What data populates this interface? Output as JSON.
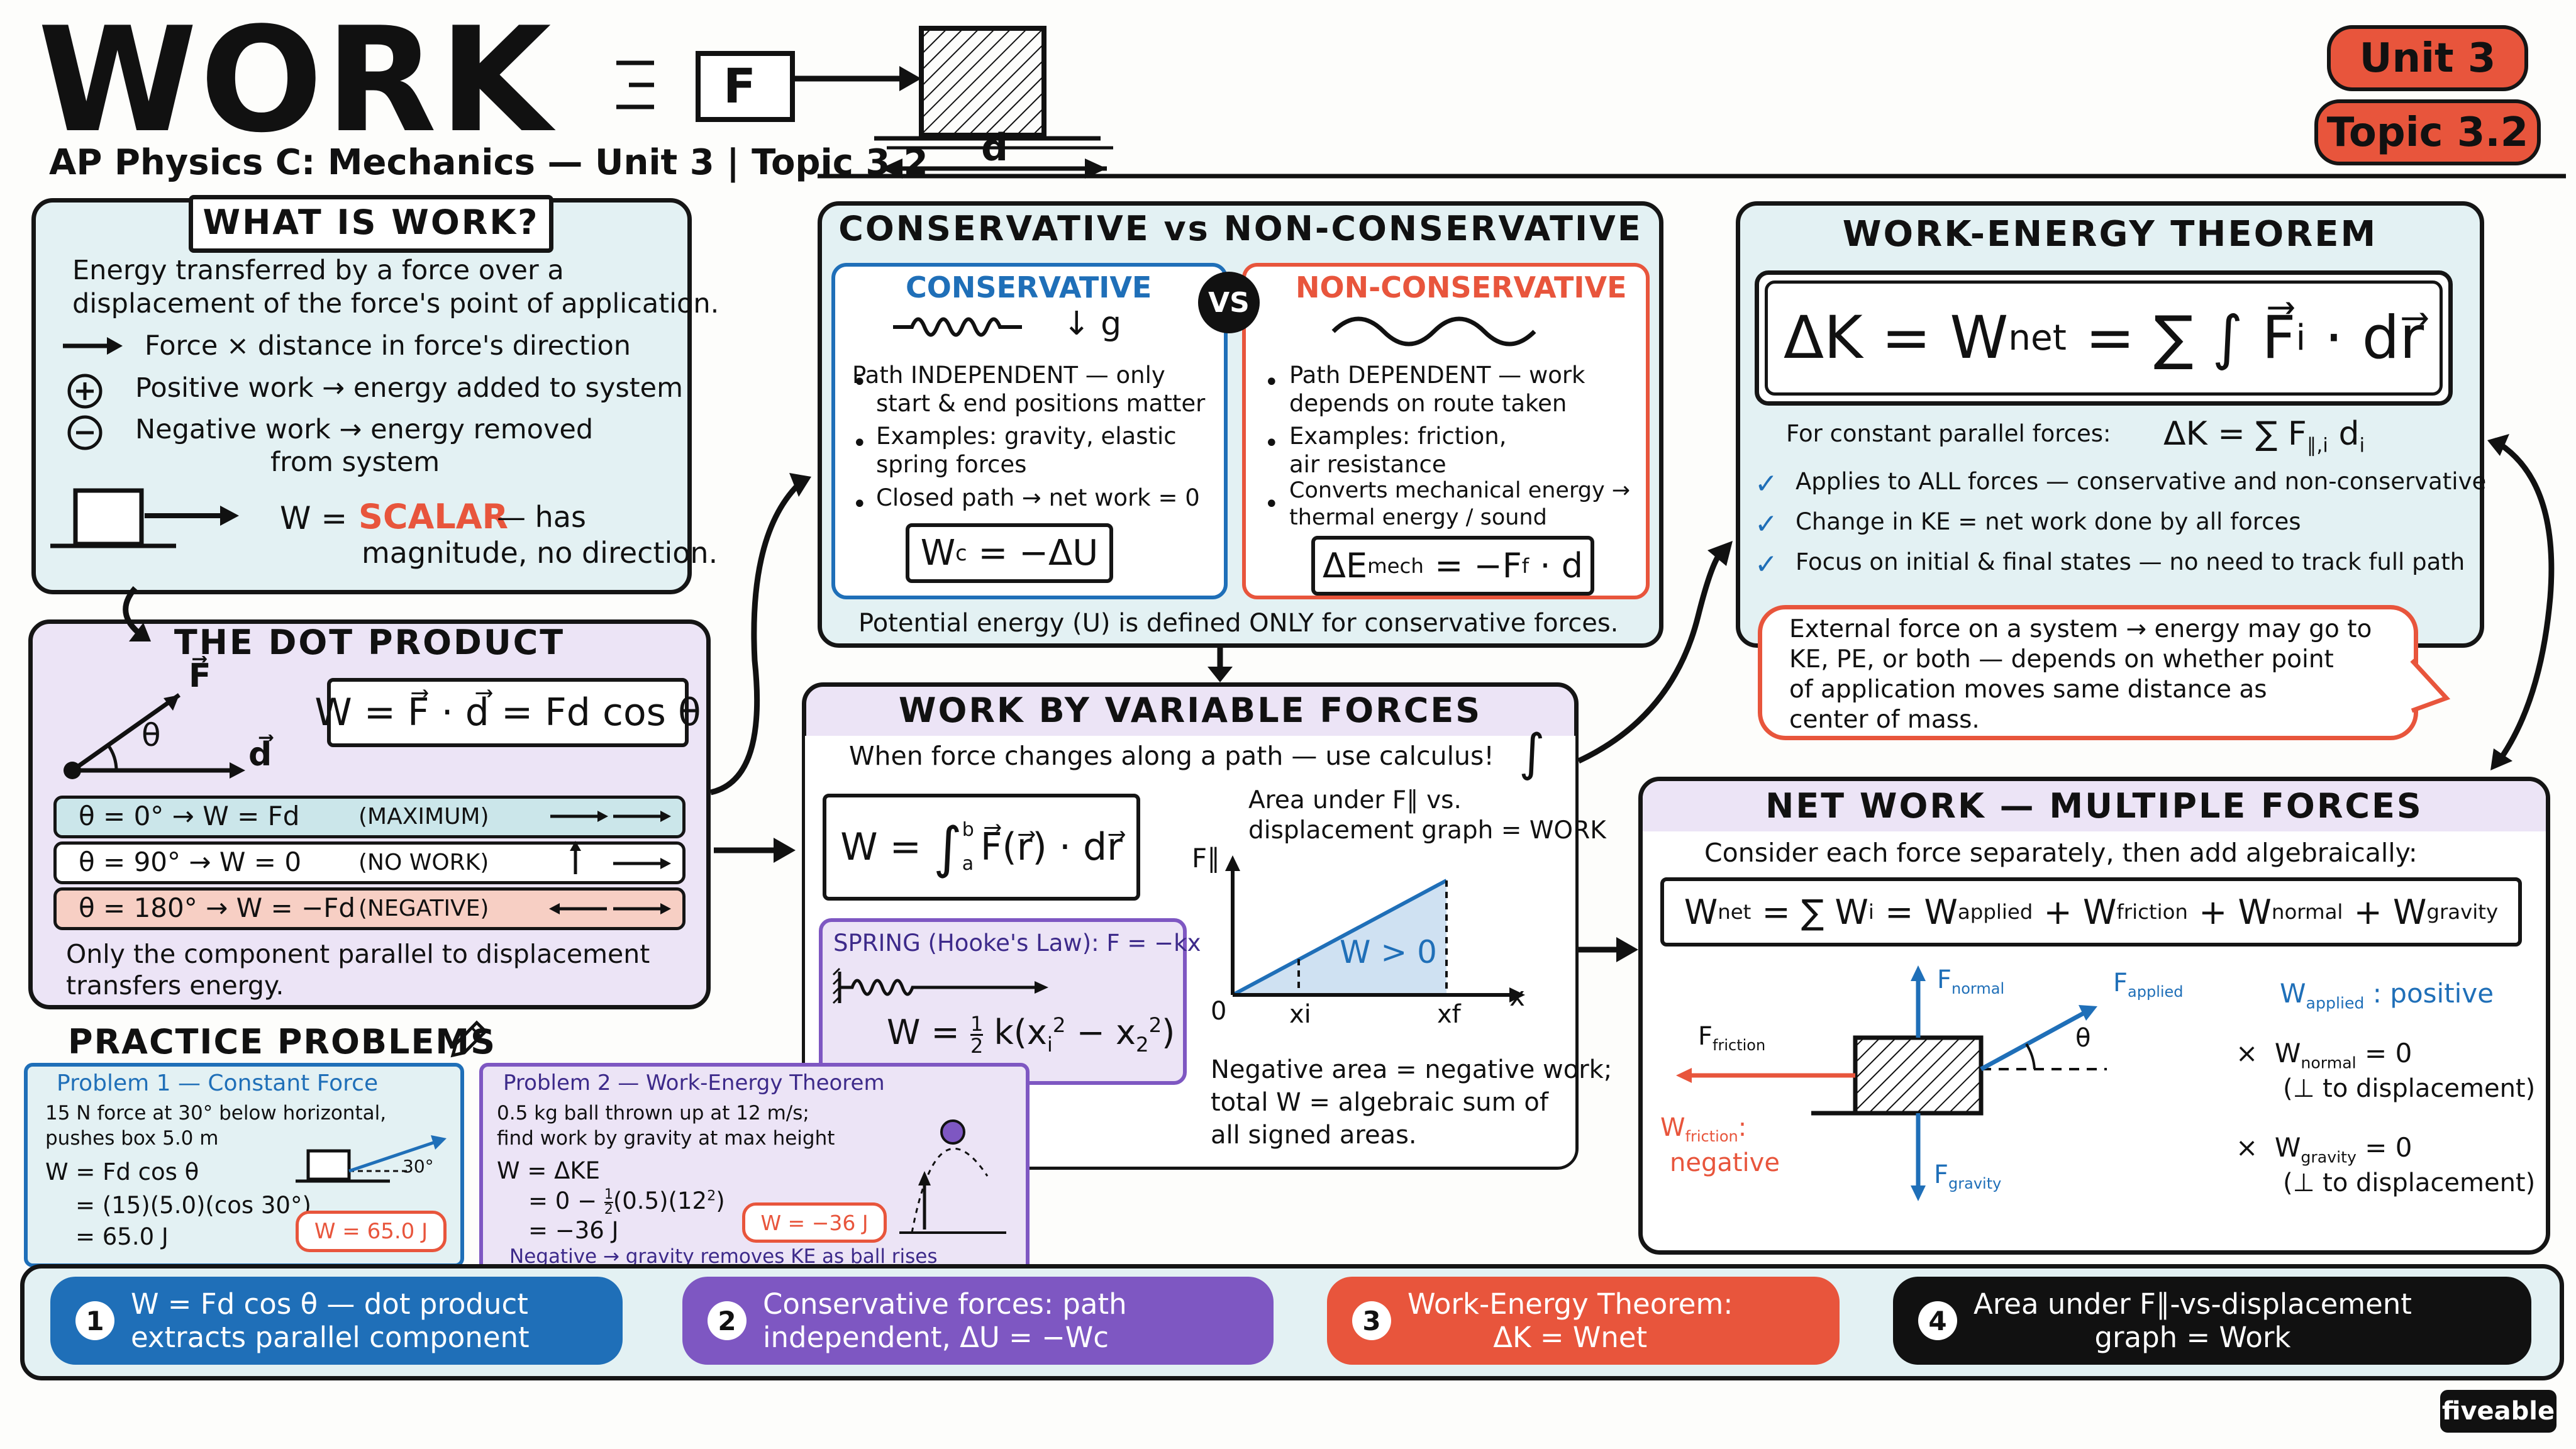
{
  "header": {
    "title": "WORK",
    "subtitle": "AP Physics C: Mechanics — Unit 3 | Topic 3.2",
    "force_label": "F",
    "disp_label": "d",
    "unit_badge": "Unit 3",
    "topic_badge": "Topic 3.2"
  },
  "what_is_work": {
    "title": "WHAT IS WORK?",
    "def1": "Energy transferred by a force over a",
    "def2": "displacement of the force's point of application.",
    "b1": "Force × distance in force's direction",
    "b2": "Positive work → energy added to system",
    "b3a": "Negative work → energy removed",
    "b3b": "from system",
    "w_eq": "W =",
    "scalar": "SCALAR",
    "has": "— has",
    "magnitude": "magnitude, no direction."
  },
  "dot_product": {
    "title": "THE DOT PRODUCT",
    "formula": "W = F⃗ · d⃗ = Fd cos θ",
    "f_label": "F⃗",
    "d_label": "d⃗",
    "theta": "θ",
    "row1": "θ = 0° → W = Fd",
    "row1_tag": "(MAXIMUM)",
    "row2": "θ = 90° → W = 0",
    "row2_tag": "(NO WORK)",
    "row3": "θ = 180° → W = −Fd",
    "row3_tag": "(NEGATIVE)",
    "note1": "Only the component parallel to displacement",
    "note2": "transfers energy."
  },
  "conservative": {
    "title": "CONSERVATIVE vs NON-CONSERVATIVE",
    "left_title": "CONSERVATIVE",
    "g": "↓ g",
    "l1a": "Path INDEPENDENT — only",
    "l1b": "start & end positions matter",
    "l2a": "Examples: gravity, elastic",
    "l2b": "spring forces",
    "l3": "Closed path → net work = 0",
    "vs": "VS",
    "right_title": "NON-CONSERVATIVE",
    "r1a": "Path DEPENDENT — work",
    "r1b": "depends on route taken",
    "r2a": "Examples: friction,",
    "r2b": "air resistance",
    "r3a": "Converts mechanical energy →",
    "r3b": "thermal energy / sound",
    "footer": "Potential energy (U) is defined ONLY for conservative forces."
  },
  "work_energy": {
    "title": "WORK-ENERGY THEOREM",
    "constant": "For constant parallel forces:",
    "c1": "Applies to ALL forces — conservative and non-conservative",
    "c2": "Change in KE = net work done by all forces",
    "c3": "Focus on initial & final states — no need to track full path",
    "callout1": "External force on a system → energy may go to",
    "callout2": "KE, PE, or both — depends on whether point",
    "callout3": "of application moves same distance as",
    "callout4": "center of mass."
  },
  "variable": {
    "title": "WORK BY VARIABLE FORCES",
    "intro": "When force changes along a path — use calculus!",
    "area1": "Area under F∥ vs.",
    "area2": "displacement graph = WORK",
    "spring": "SPRING (Hooke's Law): F = −kx",
    "graph_w": "W > 0",
    "y_axis": "F∥",
    "x_axis": "x",
    "origin": "0",
    "xi": "xi",
    "xf": "xf",
    "n1": "Negative area = negative work;",
    "n2": "total W = algebraic sum of",
    "n3": "all signed areas."
  },
  "net_work": {
    "title": "NET WORK — MULTIPLE FORCES",
    "intro": "Consider each force separately, then add algebraically:",
    "f_normal": "Fnormal",
    "f_applied": "Fapplied",
    "f_friction": "Ffriction",
    "f_gravity": "Fgravity",
    "theta": "θ",
    "w_applied": "positive",
    "w_friction1": "Wfriction:",
    "w_friction2": "negative",
    "w_normal_note": "(⊥ to displacement)",
    "w_gravity_note": "(⊥ to displacement)"
  },
  "practice": {
    "title": "PRACTICE PROBLEMS",
    "p1_title": "Problem 1 — Constant Force",
    "p1_l1": "15 N force at 30° below horizontal,",
    "p1_l2": "pushes box 5.0 m",
    "p1_l3": "W = Fd cos θ",
    "p1_l4": "= (15)(5.0)(cos 30°)",
    "p1_l5": "= 65.0 J",
    "p1_ans": "W = 65.0 J",
    "p1_angle": "30°",
    "p2_title": "Problem 2 — Work-Energy Theorem",
    "p2_l1": "0.5 kg ball thrown up at 12 m/s;",
    "p2_l2": "find work by gravity at max height",
    "p2_l3": "W = ΔKE",
    "p2_l5": "= −36 J",
    "p2_ans": "W = −36 J",
    "p2_note": "Negative → gravity removes KE as ball rises"
  },
  "summary": {
    "s1a": "W = Fd cos θ — dot product",
    "s1b": "extracts parallel component",
    "s2a": "Conservative forces: path",
    "s2b": "independent, ΔU = −Wc",
    "s3a": "Work-Energy Theorem:",
    "s3b": "ΔK = Wnet",
    "s4a": "Area under F∥-vs-displacement",
    "s4b": "graph = Work",
    "n1": "1",
    "n2": "2",
    "n3": "3",
    "n4": "4"
  },
  "brand": "fiveable",
  "colors": {
    "blue": "#1f6fb8",
    "purple": "#7e57c2",
    "red": "#e8553c",
    "teal": "#e3f1f3",
    "lavender": "#ece4f6",
    "peach": "#f7cfc4"
  }
}
